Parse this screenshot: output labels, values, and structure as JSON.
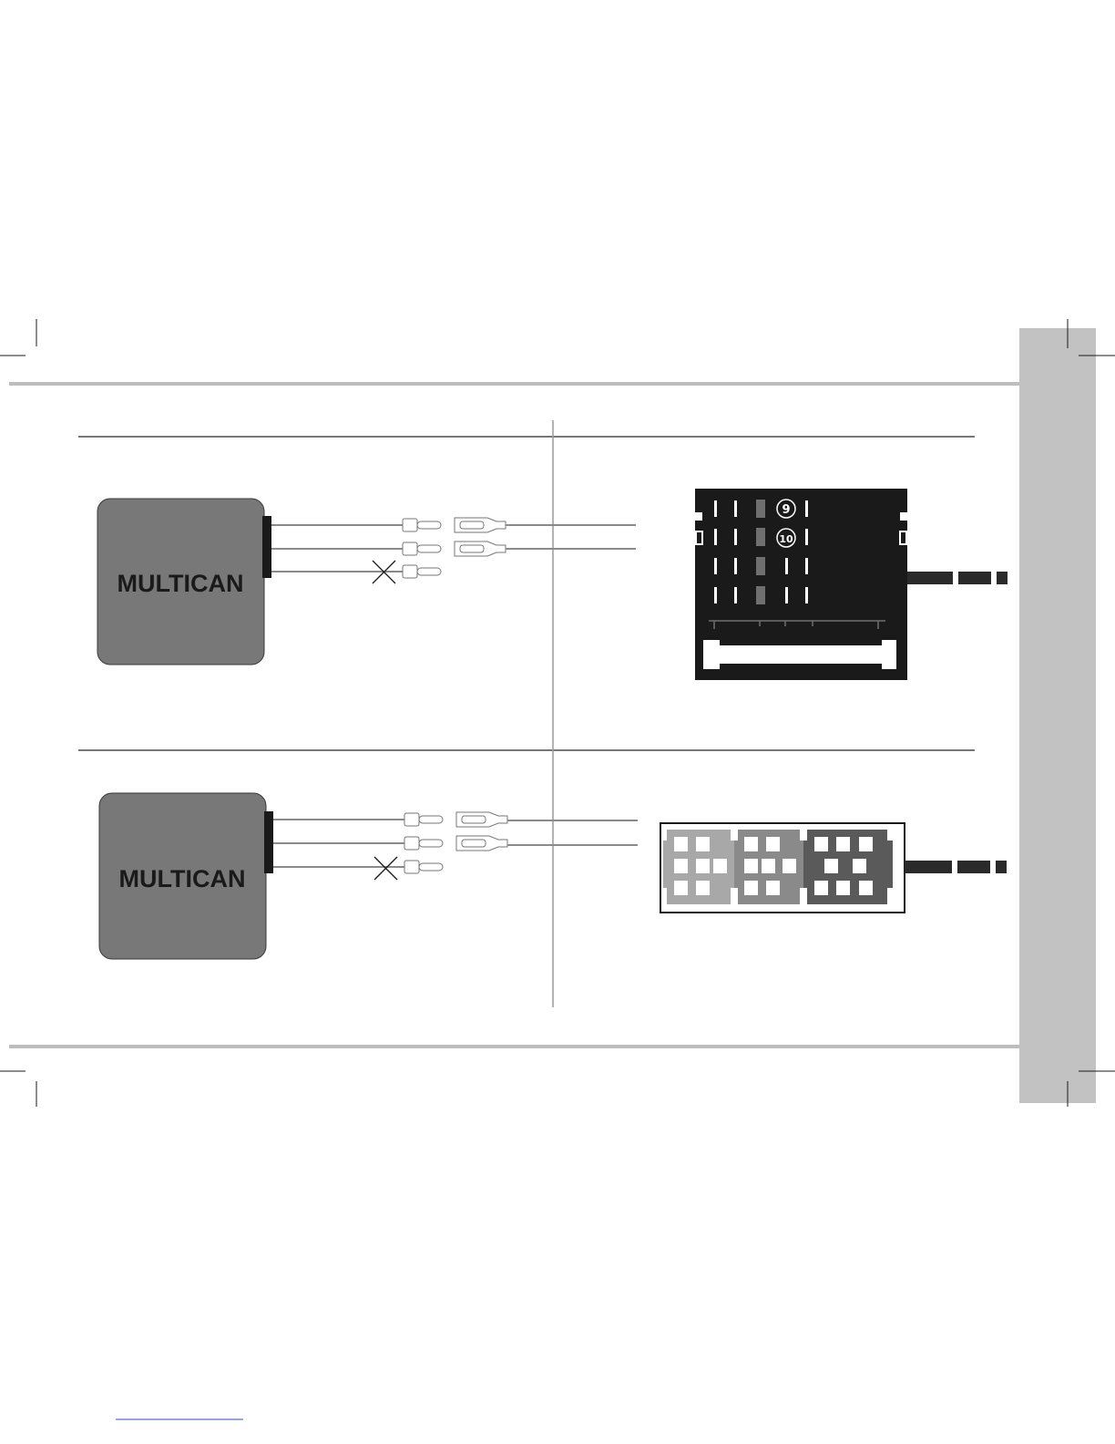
{
  "page": {
    "colors": {
      "side_tab": "#c2c2c2",
      "rule": "#bdbdbd",
      "module_fill": "#787878",
      "module_port": "#1a1a1a",
      "wire": "#8a8a8a",
      "connector_black": "#1a1a1a",
      "cable": "#2a2a2a"
    }
  },
  "diagram_top": {
    "module": {
      "label": "MULTICAN"
    },
    "connector_pins": [
      {
        "number": "9"
      },
      {
        "number": "10"
      }
    ],
    "cut_marker": "cross-icon"
  },
  "diagram_bottom": {
    "module": {
      "label": "MULTICAN"
    },
    "cut_marker": "cross-icon"
  }
}
